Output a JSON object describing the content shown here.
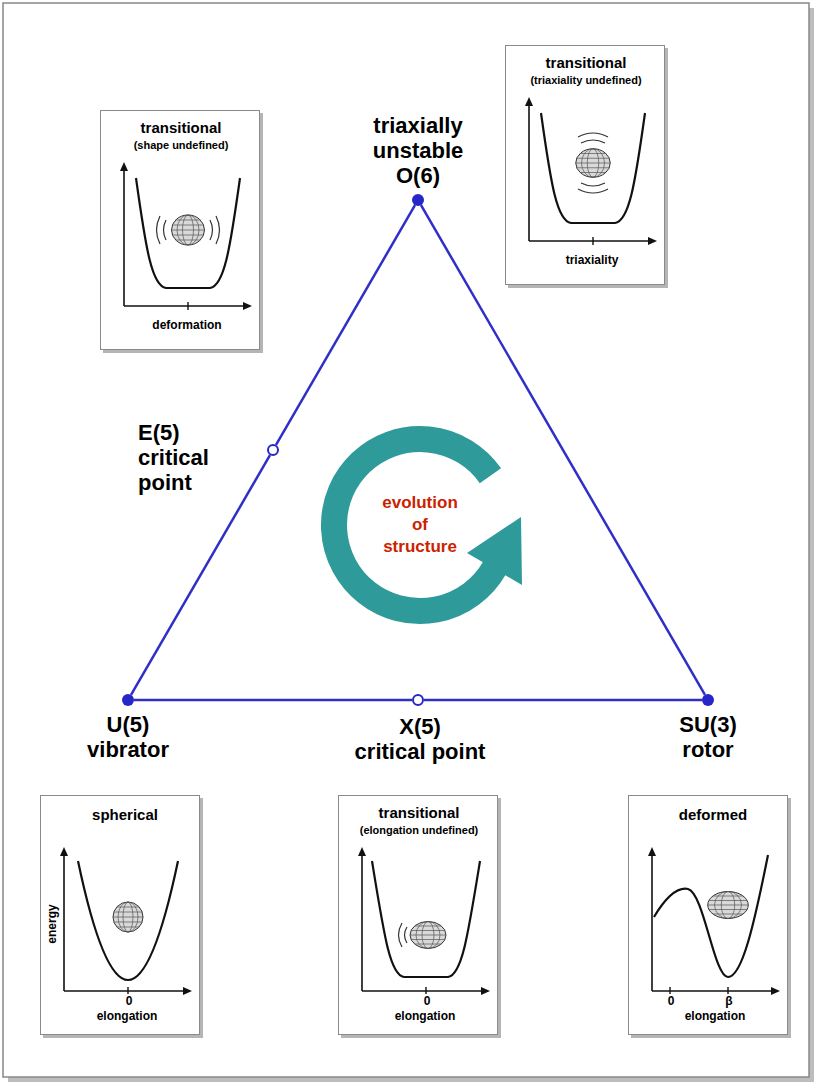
{
  "diagram": {
    "nodes": [
      {
        "text": [
          "triaxially unstable",
          "O(6)"
        ]
      },
      {
        "text": [
          "transitional",
          "(shape undefined)",
          "deformation"
        ]
      },
      {
        "text": [
          "transitional",
          "(triaxiality undefined)",
          "triaxiality"
        ]
      },
      {
        "text": [
          "E(5)",
          "critical point"
        ]
      },
      {
        "text": [
          "U(5)",
          "vibrator"
        ]
      },
      {
        "text": [
          "X(5)",
          "critical point"
        ]
      },
      {
        "text": [
          "SU(3)",
          "rotor"
        ]
      },
      {
        "text": [
          "spherical",
          "energy",
          "0",
          "elongation"
        ]
      },
      {
        "text": [
          "transitional",
          "(elongation undefined)",
          "0",
          "elongation"
        ]
      },
      {
        "text": [
          "deformed",
          "0",
          "β",
          "elongation"
        ]
      }
    ],
    "edges": [
      {
        "from": 4,
        "to": 3,
        "arrow": "none"
      },
      {
        "from": 3,
        "to": 0,
        "arrow": "none"
      },
      {
        "from": 0,
        "to": 6,
        "arrow": "none"
      },
      {
        "from": 6,
        "to": 5,
        "arrow": "none"
      },
      {
        "from": 5,
        "to": 4,
        "arrow": "none"
      }
    ],
    "labels": [
      "evolution of structure"
    ]
  }
}
